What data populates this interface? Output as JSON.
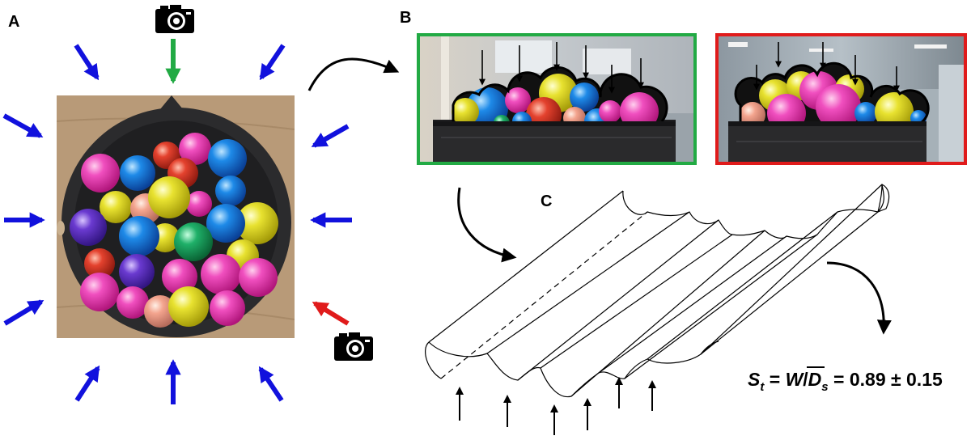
{
  "panels": {
    "a": {
      "label": "A"
    },
    "b": {
      "label": "B"
    },
    "c": {
      "label": "C"
    }
  },
  "formula": {
    "s": "S",
    "s_sub": "t",
    "eq1": " = ",
    "w": "W",
    "slash": "/",
    "d": "D",
    "d_sub": "s",
    "eq2": " = 0.89 ± 0.15"
  },
  "colors": {
    "view_arrow": "#1111dd",
    "selected_view_good": "#22aa44",
    "selected_view_bad": "#e01b1b",
    "frame_good": "#22aa44",
    "frame_bad": "#e01b1b",
    "bowl_bg": "#b89a78",
    "bowl": "#2b2b2d"
  },
  "icons": {
    "camera": "camera-icon"
  }
}
